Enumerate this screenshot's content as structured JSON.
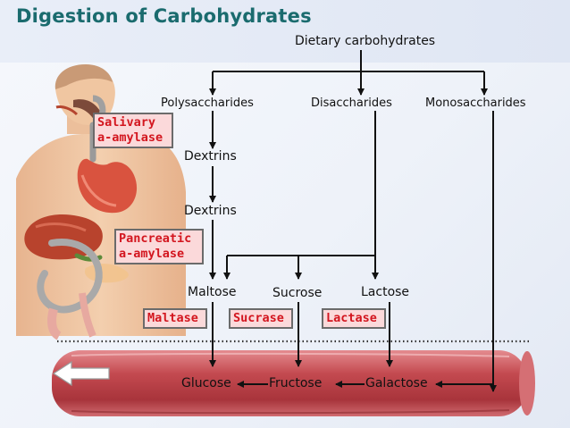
{
  "title": "Digestion of Carbohydrates",
  "nodes": {
    "dietary": "Dietary carbohydrates",
    "polysaccharides": "Polysaccharides",
    "disaccharides": "Disaccharides",
    "monosaccharides": "Monosaccharides",
    "dextrins_1": "Dextrins",
    "dextrins_2": "Dextrins",
    "maltose": "Maltose",
    "sucrose": "Sucrose",
    "lactose": "Lactose",
    "glucose": "Glucose",
    "fructose": "Fructose",
    "galactose": "Galactose"
  },
  "enzymes": {
    "salivary": {
      "line1": "Salivary",
      "line2": "a-amylase"
    },
    "pancreatic": {
      "line1": "Pancreatic",
      "line2": " a-amylase"
    },
    "maltase": "Maltase",
    "sucrase": "Sucrase",
    "lactase": "Lactase"
  },
  "colors": {
    "title": "#1a6b6e",
    "enzyme_text": "#d3161f",
    "enzyme_fill": "#fbd9da",
    "intestine": "#c2484e",
    "skin": "#f0c6a1",
    "stomach": "#d9533f",
    "liver": "#b8432d"
  }
}
